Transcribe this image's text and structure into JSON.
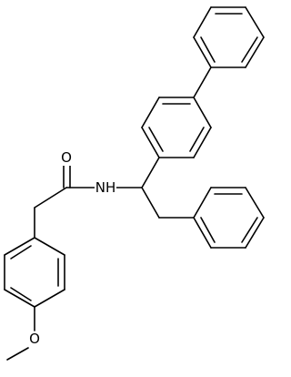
{
  "molecule": {
    "atoms": {
      "O_carbonyl": "O",
      "N_amide": "NH",
      "O_methoxy": "O"
    },
    "colors": {
      "bond": "#000000",
      "label": "#000000",
      "background": "#ffffff"
    }
  }
}
